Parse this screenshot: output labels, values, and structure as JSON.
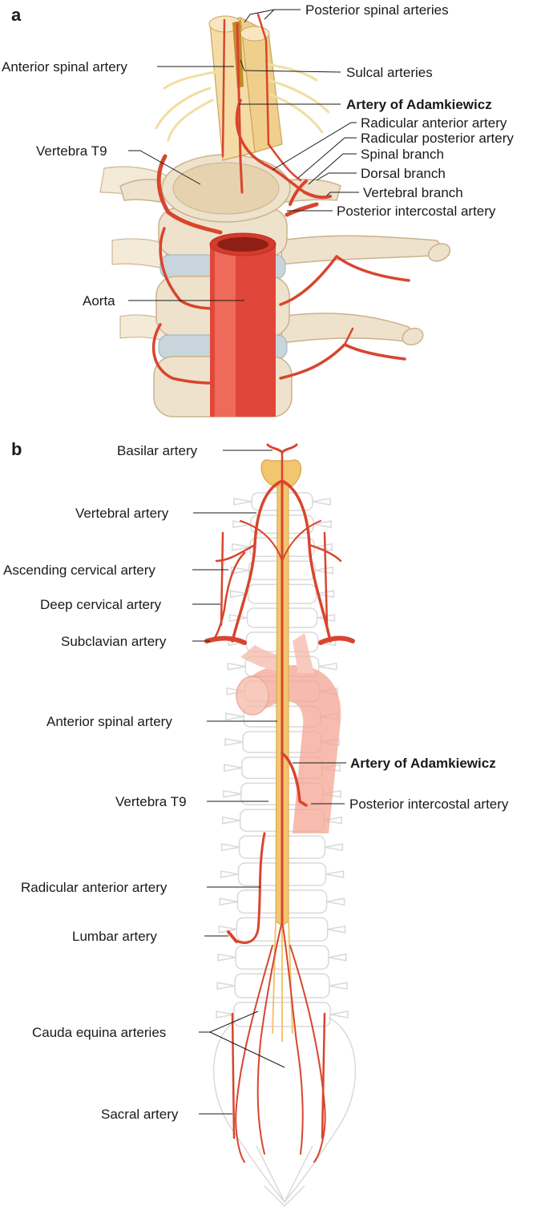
{
  "panels": {
    "a": {
      "letter": "a",
      "labels": {
        "posterior_spinal_arteries": "Posterior spinal arteries",
        "anterior_spinal_artery": "Anterior spinal artery",
        "sulcal_arteries": "Sulcal arteries",
        "artery_of_adamkiewicz": "Artery of Adamkiewicz",
        "vertebra_t9": "Vertebra T9",
        "radicular_anterior_artery": "Radicular anterior artery",
        "radicular_posterior_artery": "Radicular posterior artery",
        "spinal_branch": "Spinal branch",
        "dorsal_branch": "Dorsal branch",
        "vertebral_branch": "Vertebral branch",
        "posterior_intercostal_artery": "Posterior intercostal artery",
        "aorta": "Aorta"
      }
    },
    "b": {
      "letter": "b",
      "labels": {
        "basilar_artery": "Basilar artery",
        "vertebral_artery": "Vertebral artery",
        "ascending_cervical_artery": "Ascending cervical artery",
        "deep_cervical_artery": "Deep cervical artery",
        "subclavian_artery": "Subclavian artery",
        "anterior_spinal_artery": "Anterior spinal artery",
        "artery_of_adamkiewicz": "Artery of Adamkiewicz",
        "vertebra_t9": "Vertebra T9",
        "posterior_intercostal_artery": "Posterior intercostal artery",
        "radicular_anterior_artery": "Radicular anterior artery",
        "lumbar_artery": "Lumbar artery",
        "cauda_equina_arteries": "Cauda equina arteries",
        "sacral_artery": "Sacral artery"
      }
    }
  },
  "colors": {
    "artery": "#d8452e",
    "artery_dark": "#b8321f",
    "aorta": "#e0473a",
    "bone": "#efe2cc",
    "spinal_cord": "#f2c66e",
    "disc": "#c9d5dc",
    "ghost_skeleton": "#d9d9d9",
    "aortic_arch_translucent": "#f4a593"
  }
}
